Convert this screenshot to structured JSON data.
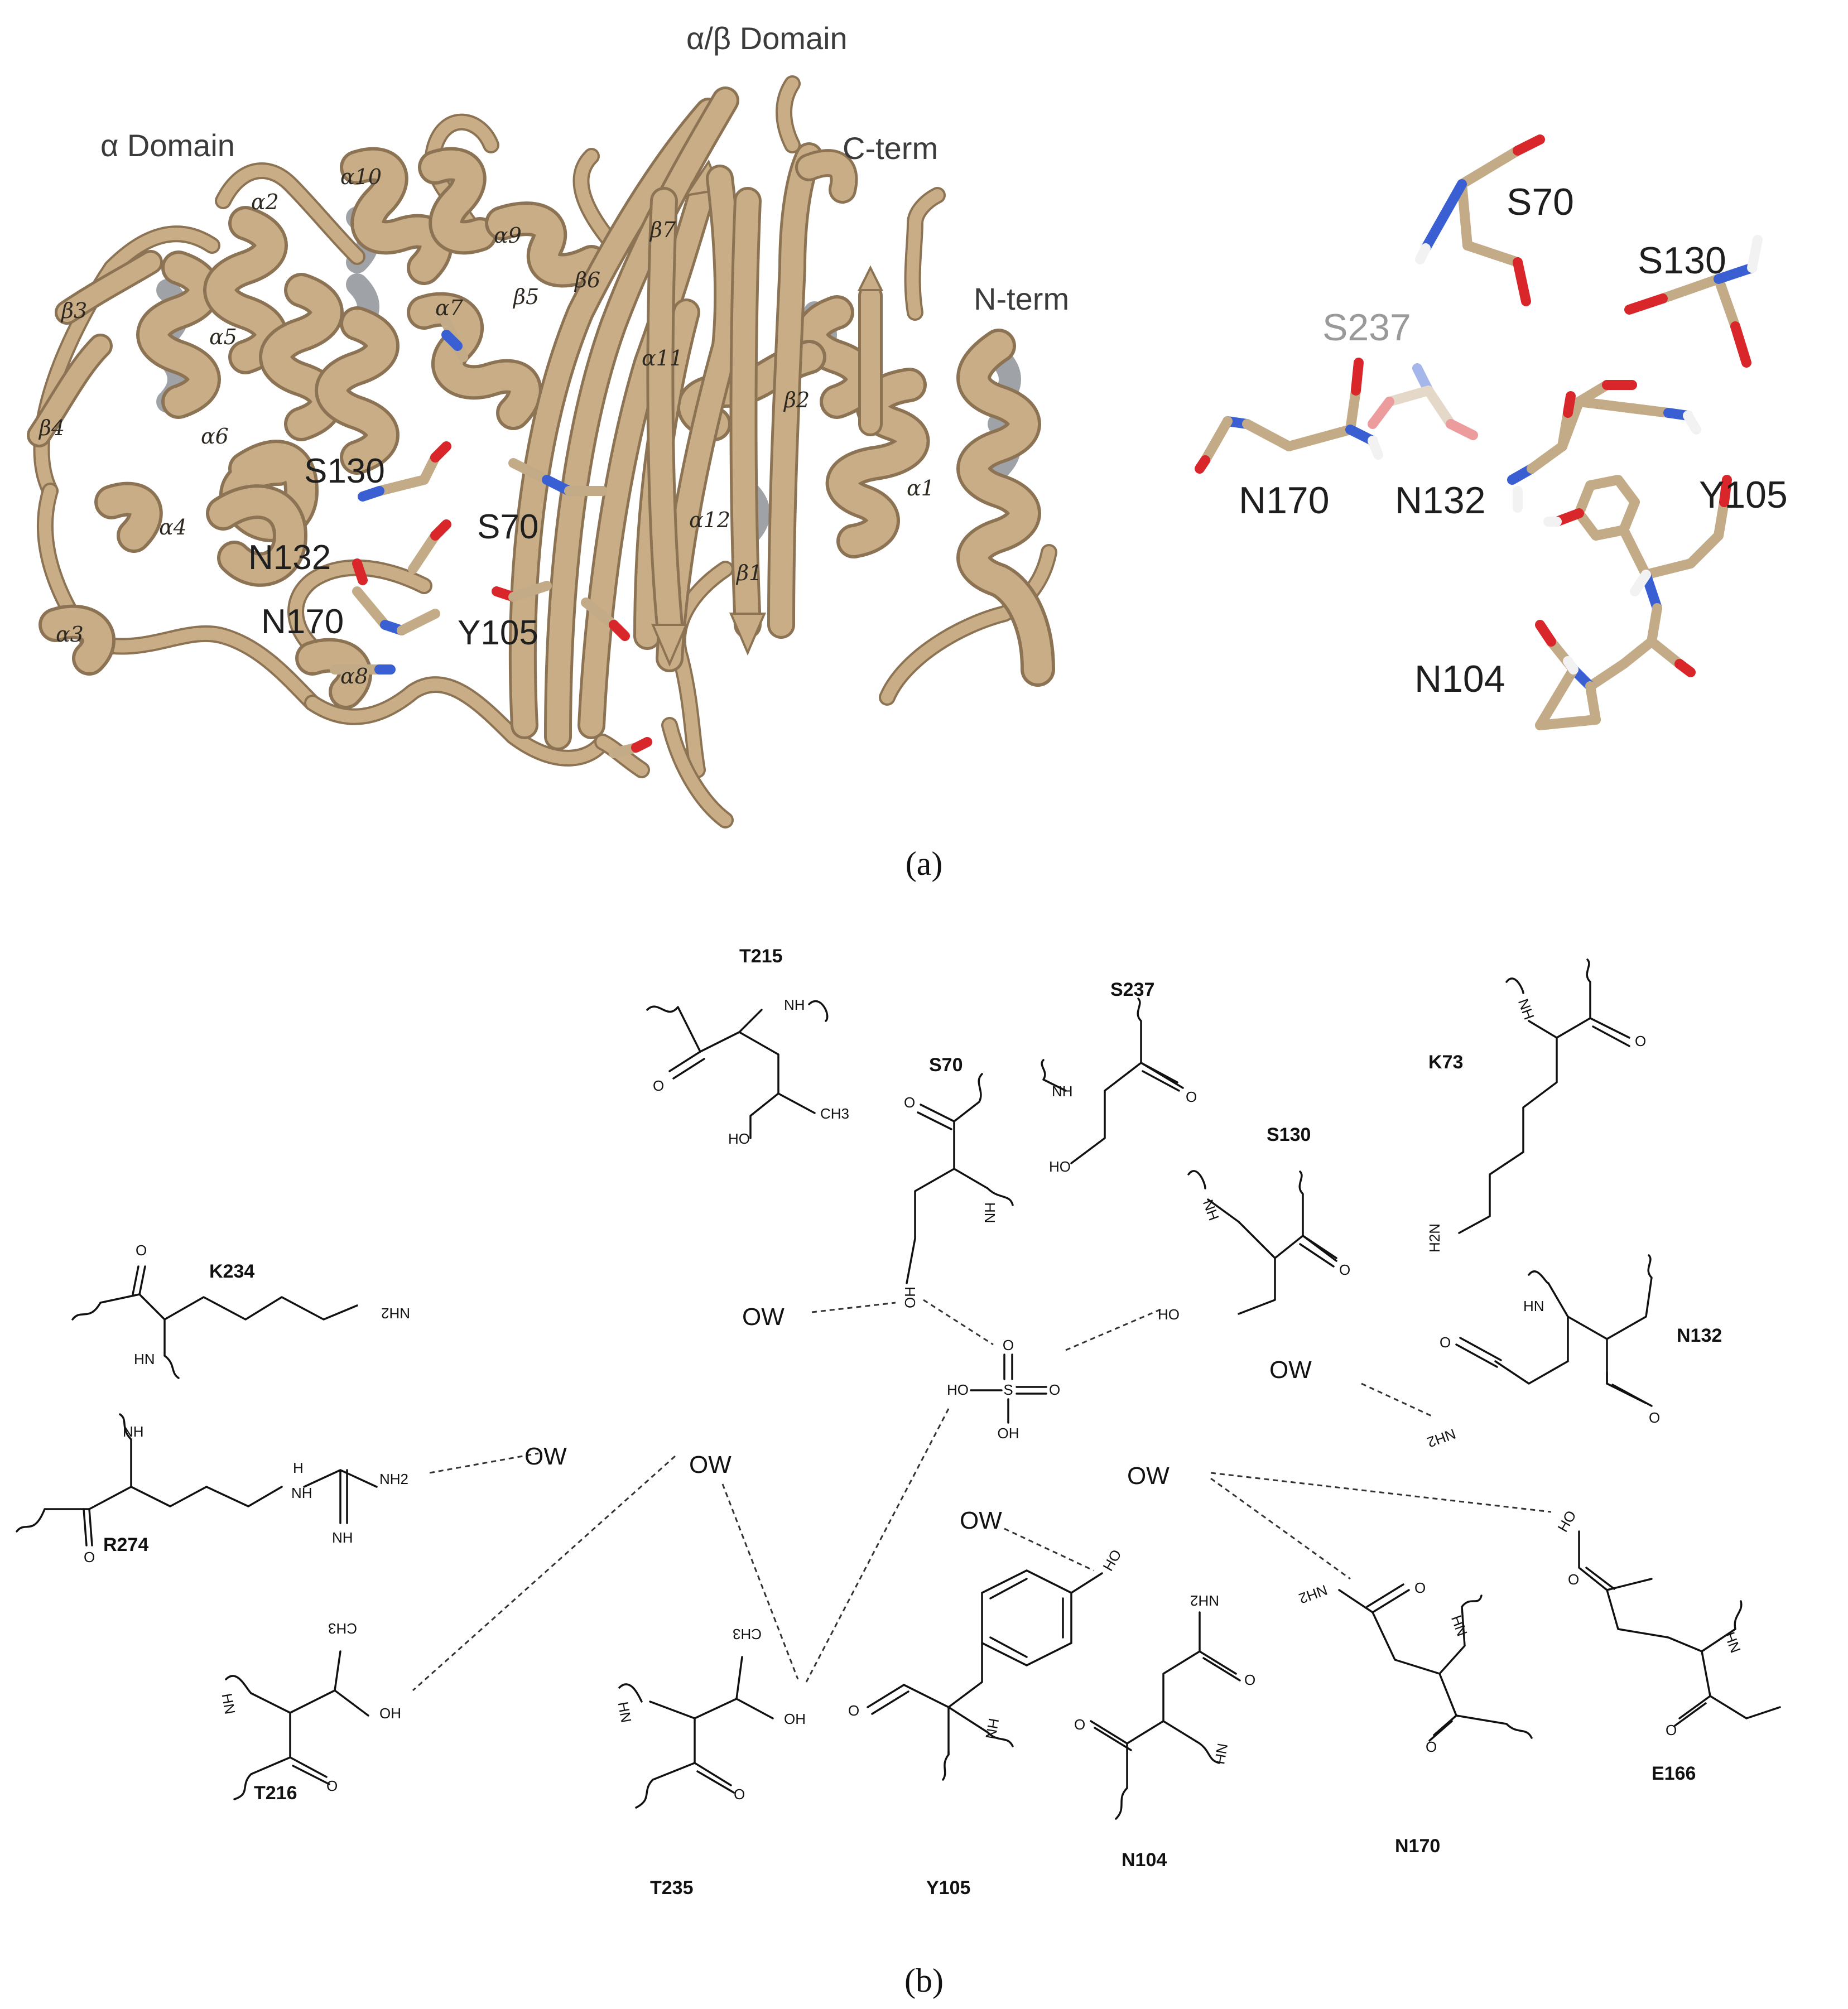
{
  "panel_a": {
    "caption": "(a)",
    "domain_alpha": "α Domain",
    "domain_alpha_beta": "α/β Domain",
    "c_term": "C-term",
    "n_term": "N-term",
    "helices": [
      "α1",
      "α2",
      "α3",
      "α4",
      "α5",
      "α6",
      "α7",
      "α8",
      "α9",
      "α10",
      "α11",
      "α12"
    ],
    "strands": [
      "β1",
      "β2",
      "β3",
      "β4",
      "β5",
      "β6",
      "β7"
    ],
    "ribbon_residues": [
      "S130",
      "N132",
      "S70",
      "N170",
      "Y105"
    ],
    "stick_residues": [
      "S70",
      "S130",
      "S237",
      "N170",
      "N132",
      "Y105",
      "N104"
    ]
  },
  "panel_b": {
    "caption": "(b)",
    "residues": [
      "T215",
      "S237",
      "S70",
      "K73",
      "S130",
      "K234",
      "N132",
      "R274",
      "T216",
      "T235",
      "Y105",
      "N104",
      "N170",
      "E166"
    ],
    "water_label": "OW",
    "sulfate": {
      "o_top": "O",
      "left": "HO",
      "center": "S",
      "o_right": "O",
      "bottom": "OH"
    },
    "atoms": {
      "nh": "NH",
      "hn": "HN",
      "oh": "OH",
      "ho": "HO",
      "o": "O",
      "ch3": "CH3",
      "nh2": "NH2",
      "h2n": "H2N",
      "h": "H"
    }
  }
}
